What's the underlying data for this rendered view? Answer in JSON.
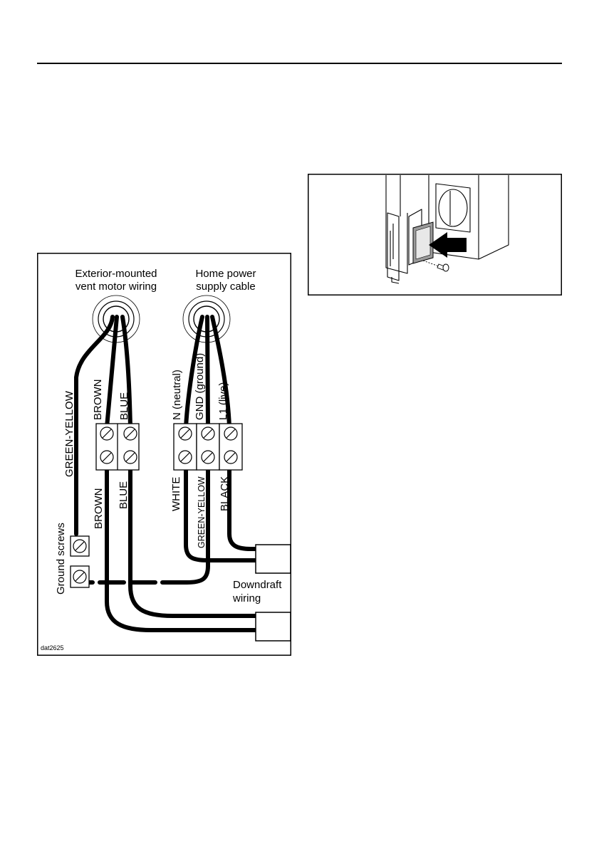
{
  "wiring_diagram": {
    "labels": {
      "exterior_motor_line1": "Exterior-mounted",
      "exterior_motor_line2": "vent motor wiring",
      "home_power_line1": "Home power",
      "home_power_line2": "supply cable",
      "downdraft_line1": "Downdraft",
      "downdraft_line2": "wiring",
      "ground_screws": "Ground screws",
      "figure_code": "dat2625"
    },
    "wire_labels_top": {
      "green_yellow": "GREEN-YELLOW",
      "brown": "BROWN",
      "blue": "BLUE",
      "neutral": "N (neutral)",
      "ground": "GND (ground)",
      "live": "L1 (live)"
    },
    "wire_labels_bottom": {
      "brown": "BROWN",
      "blue": "BLUE",
      "white": "WHITE",
      "green_yellow": "GREEN-YELLOW",
      "black": "BLACK"
    }
  }
}
